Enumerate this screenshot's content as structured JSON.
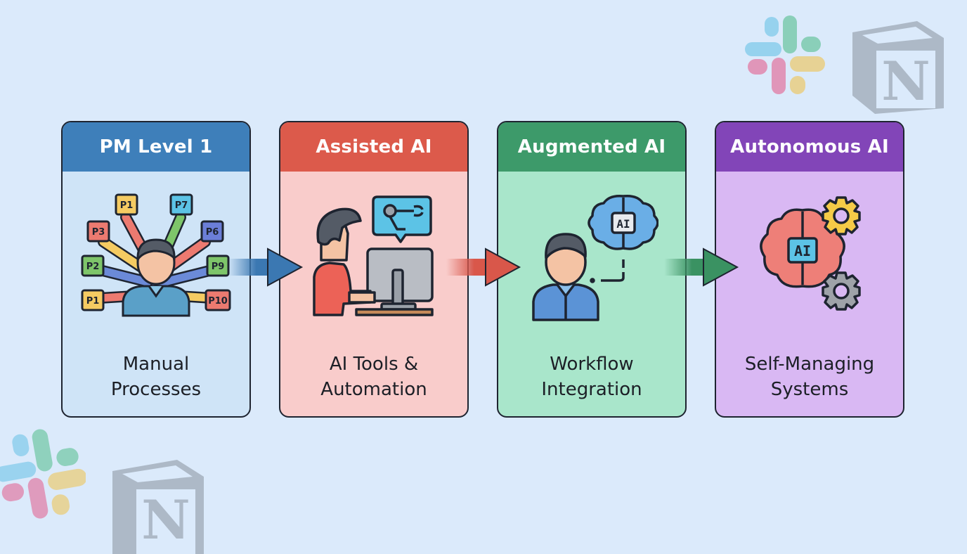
{
  "stages": [
    {
      "title": "PM Level 1",
      "desc_line1": "Manual",
      "desc_line2": "Processes",
      "icon": "person-juggling-tasks-icon",
      "header_color": "#3e7fba",
      "body_color": "#cfe4f7",
      "task_labels": [
        "P1",
        "P7",
        "P3",
        "P6",
        "P2",
        "P9",
        "P1",
        "P10"
      ]
    },
    {
      "title": "Assisted AI",
      "desc_line1": "AI Tools &",
      "desc_line2": "Automation",
      "icon": "person-at-computer-robot-arm-icon",
      "header_color": "#dc5a4b",
      "body_color": "#f9cccb"
    },
    {
      "title": "Augmented AI",
      "desc_line1": "Workflow",
      "desc_line2": "Integration",
      "icon": "person-connected-ai-brain-icon",
      "header_color": "#3d9a6a",
      "body_color": "#a9e6cb",
      "brain_label": "AI"
    },
    {
      "title": "Autonomous AI",
      "desc_line1": "Self-Managing",
      "desc_line2": "Systems",
      "icon": "ai-brain-gears-icon",
      "header_color": "#8245b8",
      "body_color": "#d9b8f3",
      "brain_label": "AI"
    }
  ],
  "arrows": [
    {
      "from": "PM Level 1",
      "to": "Assisted AI",
      "color": "#3b78b2"
    },
    {
      "from": "Assisted AI",
      "to": "Augmented AI",
      "color": "#d9574a"
    },
    {
      "from": "Augmented AI",
      "to": "Autonomous AI",
      "color": "#3a9262"
    }
  ],
  "decorations": [
    {
      "name": "slack-logo",
      "position": "top-right"
    },
    {
      "name": "notion-logo",
      "position": "top-right"
    },
    {
      "name": "slack-logo",
      "position": "bottom-left"
    },
    {
      "name": "notion-logo",
      "position": "bottom-left"
    }
  ],
  "notion_letter": "N"
}
